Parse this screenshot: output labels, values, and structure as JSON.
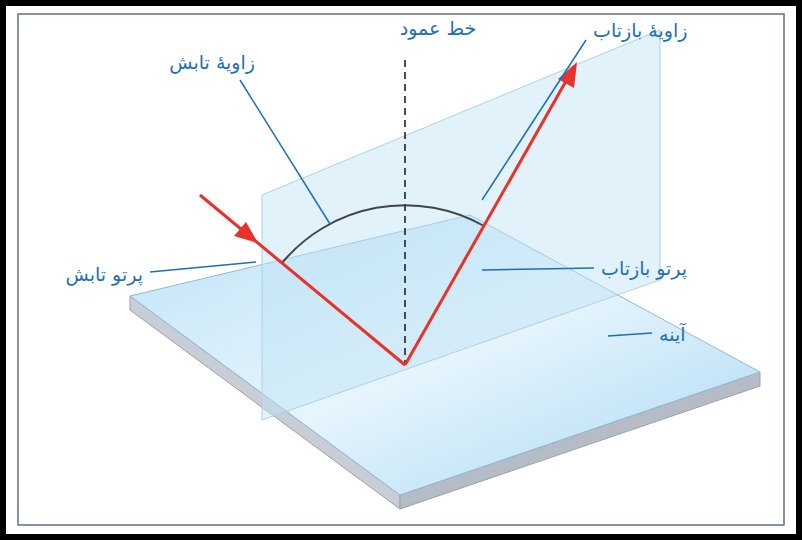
{
  "diagram": {
    "labels": [
      "خط عمود",
      "زاویهٔ بازتاب",
      "زاویهٔ تابش",
      "پرتو تابش",
      "پرتو بازتاب",
      "آینه"
    ]
  }
}
